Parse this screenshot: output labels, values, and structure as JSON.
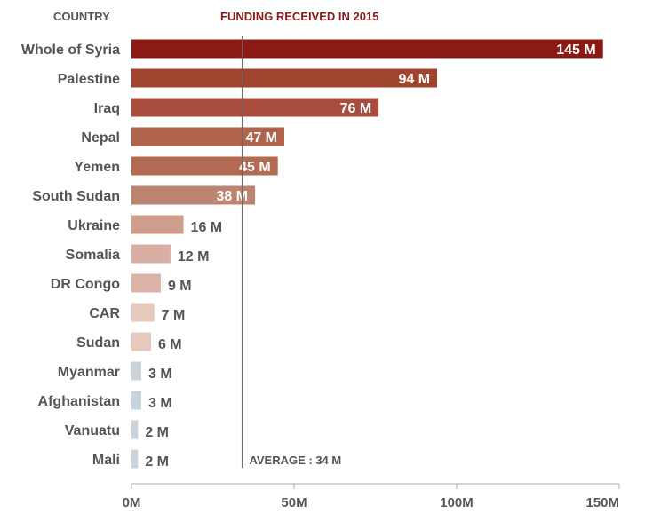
{
  "headers": {
    "country": "COUNTRY",
    "funding": "FUNDING RECEIVED IN 2015",
    "funding_color": "#8b1a1a",
    "country_color": "#555555"
  },
  "chart_data": {
    "type": "bar",
    "orientation": "horizontal",
    "title": "FUNDING RECEIVED IN 2015",
    "categories": [
      "Whole of Syria",
      "Palestine",
      "Iraq",
      "Nepal",
      "Yemen",
      "South Sudan",
      "Ukraine",
      "Somalia",
      "DR Congo",
      "CAR",
      "Sudan",
      "Myanmar",
      "Afghanistan",
      "Vanuatu",
      "Mali"
    ],
    "values": [
      145,
      94,
      76,
      47,
      45,
      38,
      16,
      12,
      9,
      7,
      6,
      3,
      3,
      2,
      2
    ],
    "value_labels": [
      "145 M",
      "94 M",
      "76 M",
      "47 M",
      "45 M",
      "38 M",
      "16 M",
      "12 M",
      "9 M",
      "7 M",
      "6 M",
      "3 M",
      "3 M",
      "2 M",
      "2 M"
    ],
    "bar_colors": [
      "#8b1a14",
      "#a0442f",
      "#a84d3e",
      "#b1644c",
      "#b26a52",
      "#be8472",
      "#cf9d8b",
      "#d8afa2",
      "#dbb3a7",
      "#e6c9bd",
      "#e6c9bd",
      "#c9d3db",
      "#c9d3db",
      "#c9d3db",
      "#c9d3db"
    ],
    "xlim": [
      0,
      150
    ],
    "x_ticks": [
      0,
      50,
      100,
      150
    ],
    "x_tick_labels": [
      "0M",
      "50M",
      "100M",
      "150M"
    ],
    "average": 34,
    "average_label": "AVERAGE : 34 M",
    "grid": false
  }
}
